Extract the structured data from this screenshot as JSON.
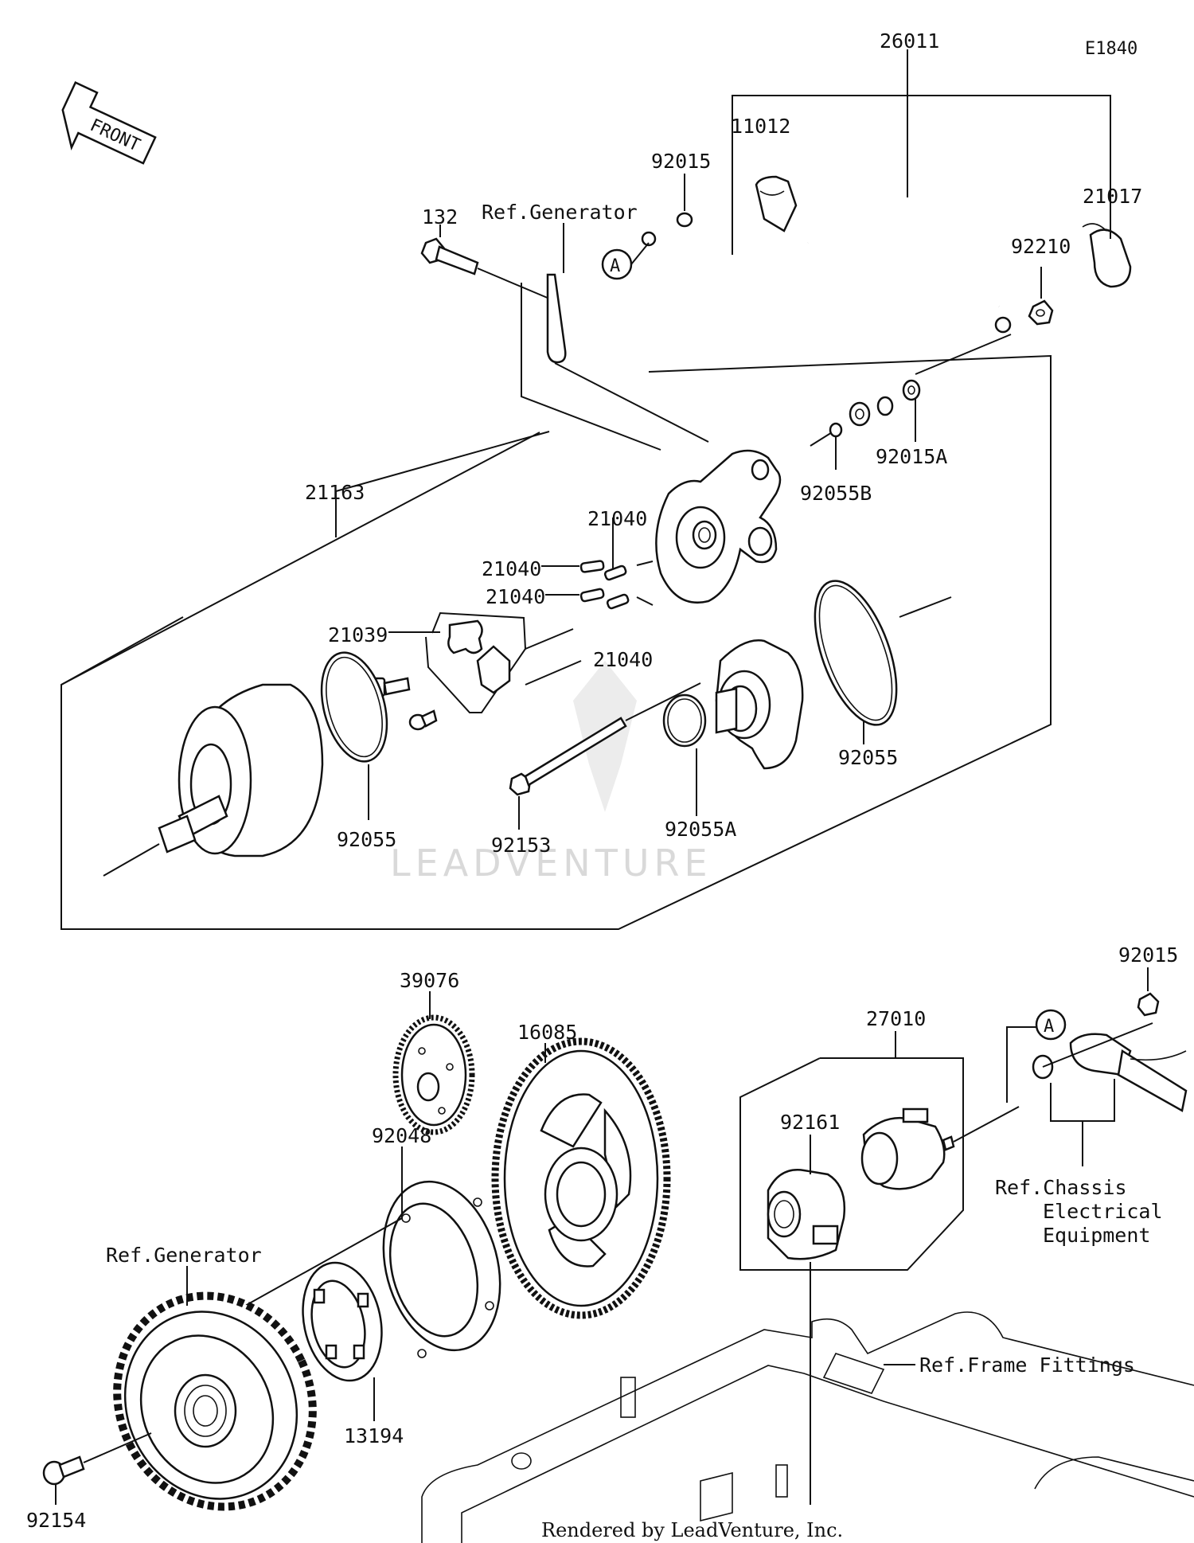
{
  "diagram_id": "E1840",
  "front_label": "FRONT",
  "watermark": "LEADVENTURE",
  "credit": "Rendered by LeadVenture, Inc.",
  "callout_letter": "A",
  "labels": {
    "p26011": "26011",
    "p11012": "11012",
    "p92015_top": "92015",
    "p21017": "21017",
    "p92210": "92210",
    "p132": "132",
    "ref_generator_top": "Ref.Generator",
    "p92015A": "92015A",
    "p92055B": "92055B",
    "p21163": "21163",
    "p21040_a": "21040",
    "p21040_b": "21040",
    "p21040_c": "21040",
    "p21040_d": "21040",
    "p21039": "21039",
    "p92055_left": "92055",
    "p92055_right": "92055",
    "p92153": "92153",
    "p92055A": "92055A",
    "p39076": "39076",
    "p16085": "16085",
    "p27010": "27010",
    "p92015_right": "92015",
    "p92161": "92161",
    "p92048": "92048",
    "ref_generator_bottom": "Ref.Generator",
    "p13194": "13194",
    "p92154": "92154",
    "ref_chassis_1": "Ref.Chassis",
    "ref_chassis_2": "Electrical",
    "ref_chassis_3": "Equipment",
    "ref_frame": "Ref.Frame Fittings"
  }
}
